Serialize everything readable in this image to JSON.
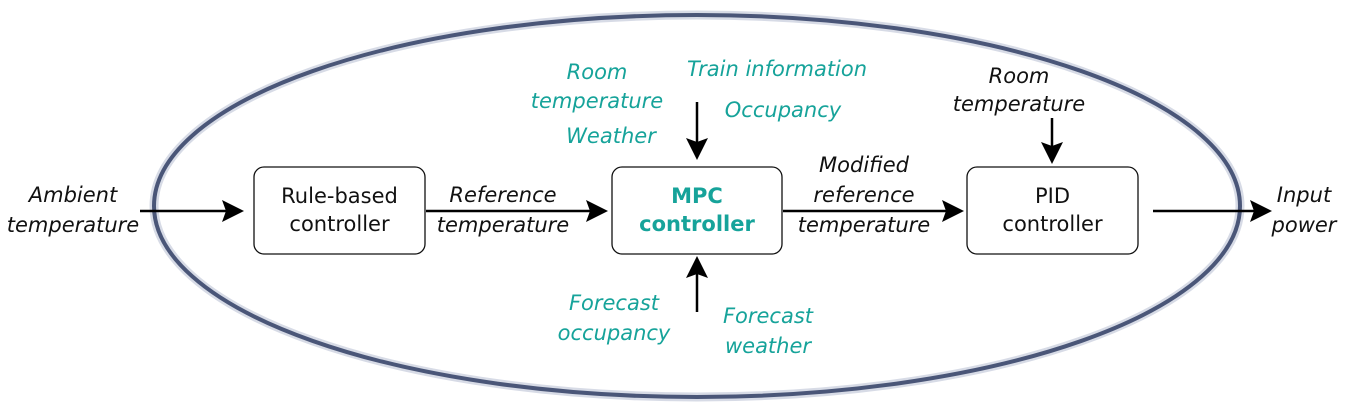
{
  "colors": {
    "accent": "#16a39a",
    "text": "#111111",
    "ellipse": "#4a5678"
  },
  "blocks": {
    "rule_based": {
      "line1": "Rule-based",
      "line2": "controller"
    },
    "mpc": {
      "line1": "MPC",
      "line2": "controller"
    },
    "pid": {
      "line1": "PID",
      "line2": "controller"
    }
  },
  "external_inputs": {
    "ambient": {
      "line1": "Ambient",
      "line2": "temperature"
    },
    "input_power": {
      "line1": "Input",
      "line2": "power"
    }
  },
  "signals": {
    "reference": {
      "line1": "Reference",
      "line2": "temperature"
    },
    "modified_reference": {
      "line1": "Modified",
      "line2": "reference",
      "line3": "temperature"
    },
    "pid_room_temperature": {
      "line1": "Room",
      "line2": "temperature"
    }
  },
  "mpc_inputs": {
    "room_temperature": {
      "line1": "Room",
      "line2": "temperature"
    },
    "weather": "Weather",
    "train_information": "Train information",
    "occupancy": "Occupancy",
    "forecast_occupancy": {
      "line1": "Forecast",
      "line2": "occupancy"
    },
    "forecast_weather": {
      "line1": "Forecast",
      "line2": "weather"
    }
  }
}
